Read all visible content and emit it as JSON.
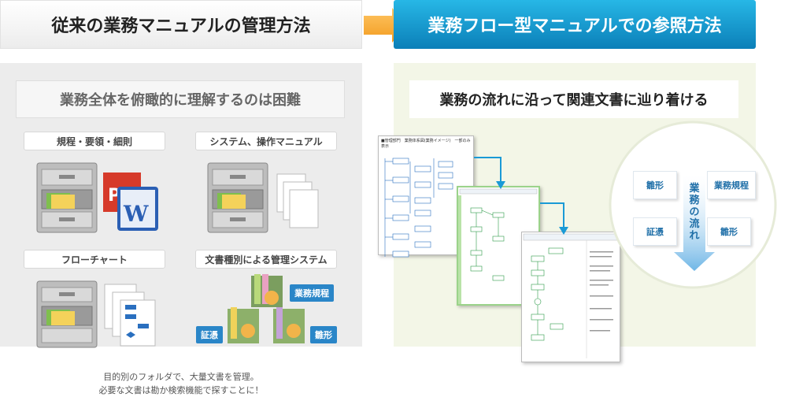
{
  "header": {
    "left_title": "従来の業務マニュアルの管理方法",
    "right_title": "業務フロー型マニュアルでの参照方法"
  },
  "left": {
    "subtitle": "業務全体を俯瞰的に理解するのは困難",
    "tags": [
      "規程・要領・細則",
      "システム、操作マニュアル",
      "フローチャート",
      "文書種別による管理システム"
    ],
    "badges": [
      "業務規程",
      "証憑",
      "雛形"
    ],
    "caption_line1": "目的別のフォルダで、大量文書を管理。",
    "caption_line2": "必要な文書は勘か検索機能で探すことに！"
  },
  "right": {
    "subtitle": "業務の流れに沿って関連文書に辿り着ける",
    "doc1_title": "■管理部門　業務体系図(業務イメージ)　一部のみ表示",
    "flow_label": "業務の流れ",
    "flow_items": [
      "雛形",
      "業務規程",
      "証憑",
      "雛形"
    ]
  },
  "colors": {
    "accent_blue": "#0b7fb8",
    "arrow_orange": "#f5a623",
    "badge_blue": "#2a86c8",
    "flow_green": "#5cb85c"
  }
}
